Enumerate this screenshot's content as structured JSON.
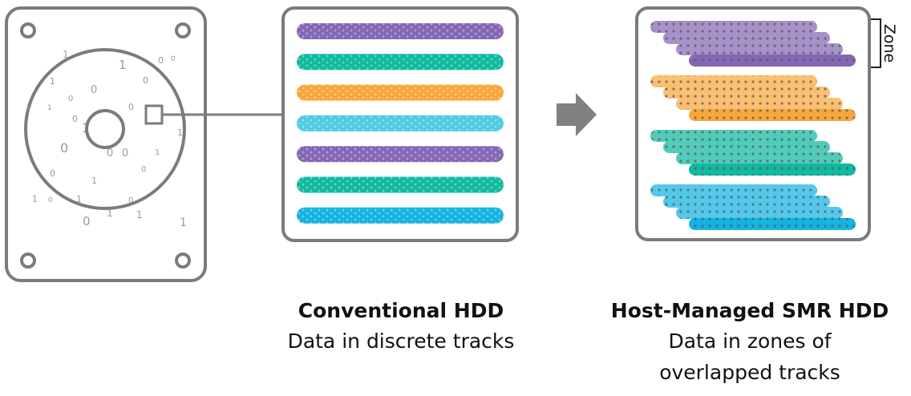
{
  "disk": {
    "digits": [
      "1",
      "1",
      "0",
      "0",
      "1",
      "0",
      "0",
      "1",
      "1",
      "0",
      "1",
      "0",
      "1",
      "0",
      "0",
      "0",
      "1",
      "0",
      "1",
      "0",
      "1",
      "1",
      "0",
      "1",
      "1",
      "0",
      "1",
      "0",
      "1",
      "0"
    ]
  },
  "conventional": {
    "title": "Conventional HDD",
    "subtitle": "Data in discrete tracks",
    "tracks": [
      "purple",
      "teal",
      "orange",
      "cyan",
      "purple",
      "teal",
      "blue"
    ]
  },
  "smr": {
    "title": "Host-Managed SMR HDD",
    "subtitle_line1": "Data in zones of",
    "subtitle_line2": "overlapped tracks",
    "zone_label": "Zone",
    "zones": [
      "purple",
      "orange",
      "teal",
      "blue"
    ]
  },
  "colors": {
    "outline": "#7b7b7b",
    "arrow": "#808080",
    "purple": "#8467b4",
    "teal": "#10b9a0",
    "orange": "#f9a73a",
    "cyan": "#4fcbe2",
    "blue": "#13b3e2"
  }
}
